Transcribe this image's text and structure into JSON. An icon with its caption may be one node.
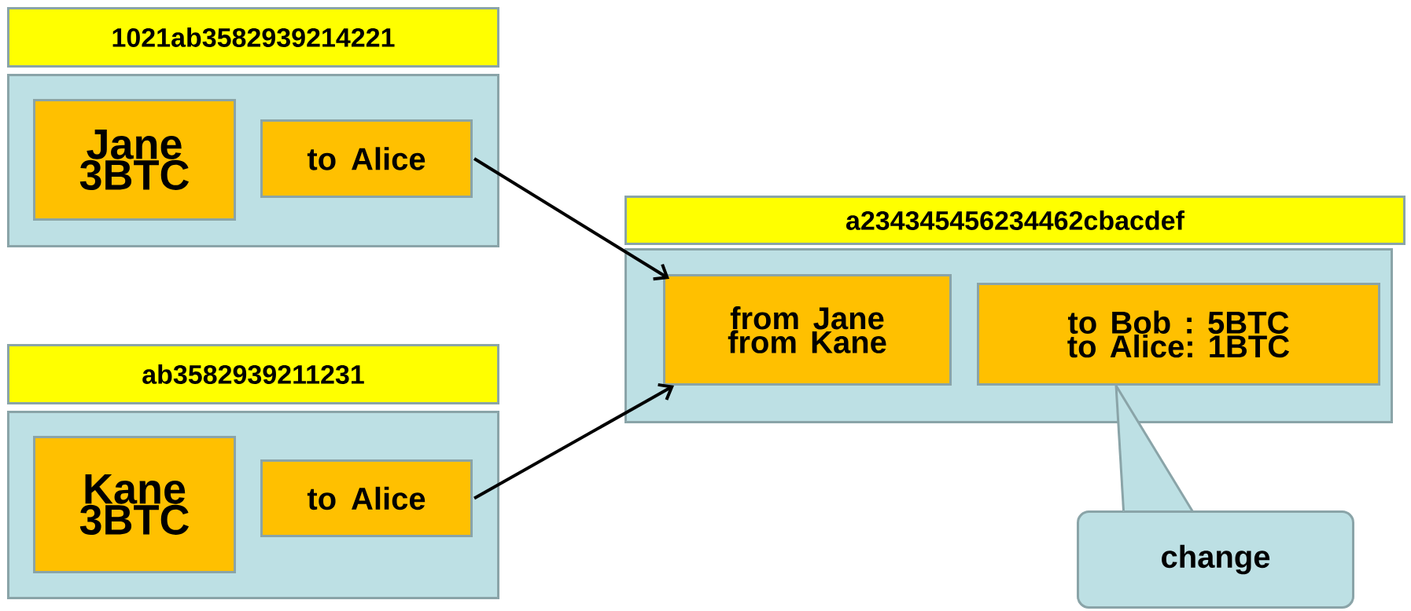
{
  "diagram": {
    "nodes": [
      {
        "text": [
          "1021ab3582939214221"
        ]
      },
      {
        "text": [],
        "shape": "box"
      },
      {
        "text": [
          "Jane 3BTC"
        ],
        "in": 1
      },
      {
        "text": [
          "to Alice"
        ],
        "in": 1
      },
      {
        "text": [
          "ab3582939211231"
        ]
      },
      {
        "text": [],
        "shape": "box"
      },
      {
        "text": [
          "Kane 3BTC"
        ],
        "in": 5
      },
      {
        "text": [
          "to Alice"
        ],
        "in": 5
      },
      {
        "text": [
          "a234345456234462cbacdef"
        ]
      },
      {
        "text": [],
        "shape": "box"
      },
      {
        "text": [
          "from Jane from Kane"
        ],
        "in": 9
      },
      {
        "text": [
          "to Bob : 5BTC to Alice: 1BTC"
        ],
        "in": 9
      },
      {
        "text": [
          "change"
        ]
      }
    ],
    "edges": [
      {
        "from": 3,
        "to": 10,
        "arrow": "to"
      },
      {
        "from": 7,
        "to": 10,
        "arrow": "to"
      },
      {
        "from": 12,
        "to": 11,
        "arrow": "none",
        "color": "#8aa4a8"
      }
    ]
  }
}
